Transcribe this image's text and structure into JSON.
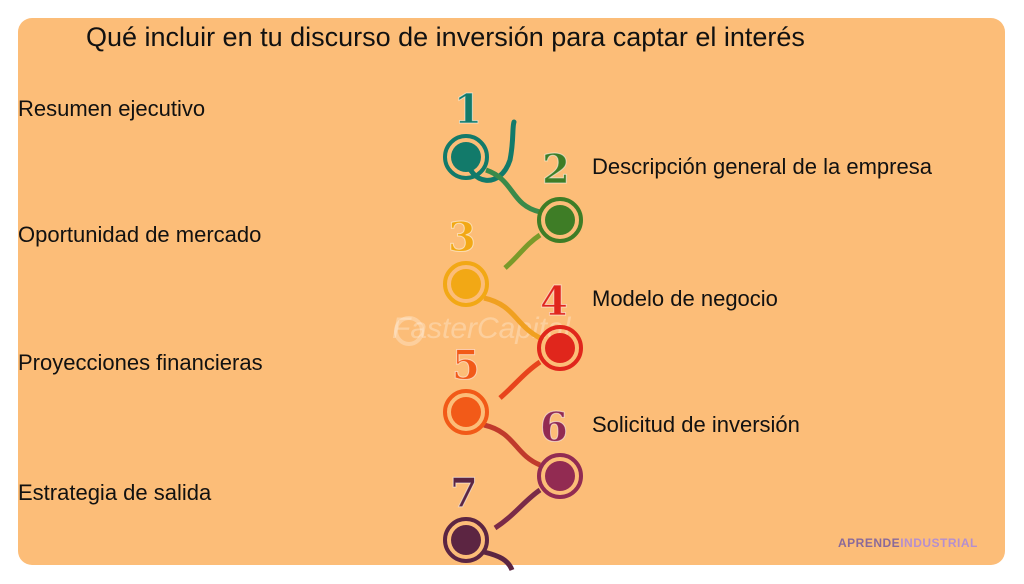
{
  "title": "Qué incluir en tu discurso de inversión para captar el interés",
  "steps": [
    {
      "number": "1",
      "label": "Resumen ejecutivo",
      "color": "#127a6a"
    },
    {
      "number": "2",
      "label": "Descripción general de la empresa",
      "color": "#3e7d26"
    },
    {
      "number": "3",
      "label": "Oportunidad de mercado",
      "color": "#f2a815"
    },
    {
      "number": "4",
      "label": "Modelo de negocio",
      "color": "#e0261c"
    },
    {
      "number": "5",
      "label": "Proyecciones financieras",
      "color": "#f25a18"
    },
    {
      "number": "6",
      "label": "Solicitud de inversión",
      "color": "#922b52"
    },
    {
      "number": "7",
      "label": "Estrategia de salida",
      "color": "#5c2542"
    }
  ],
  "watermark": "FasterCapital",
  "brand": {
    "part1": "APRENDE",
    "part2": "INDUSTRIAL",
    "color1": "#8a6a9a",
    "color2": "#b48fcf"
  }
}
